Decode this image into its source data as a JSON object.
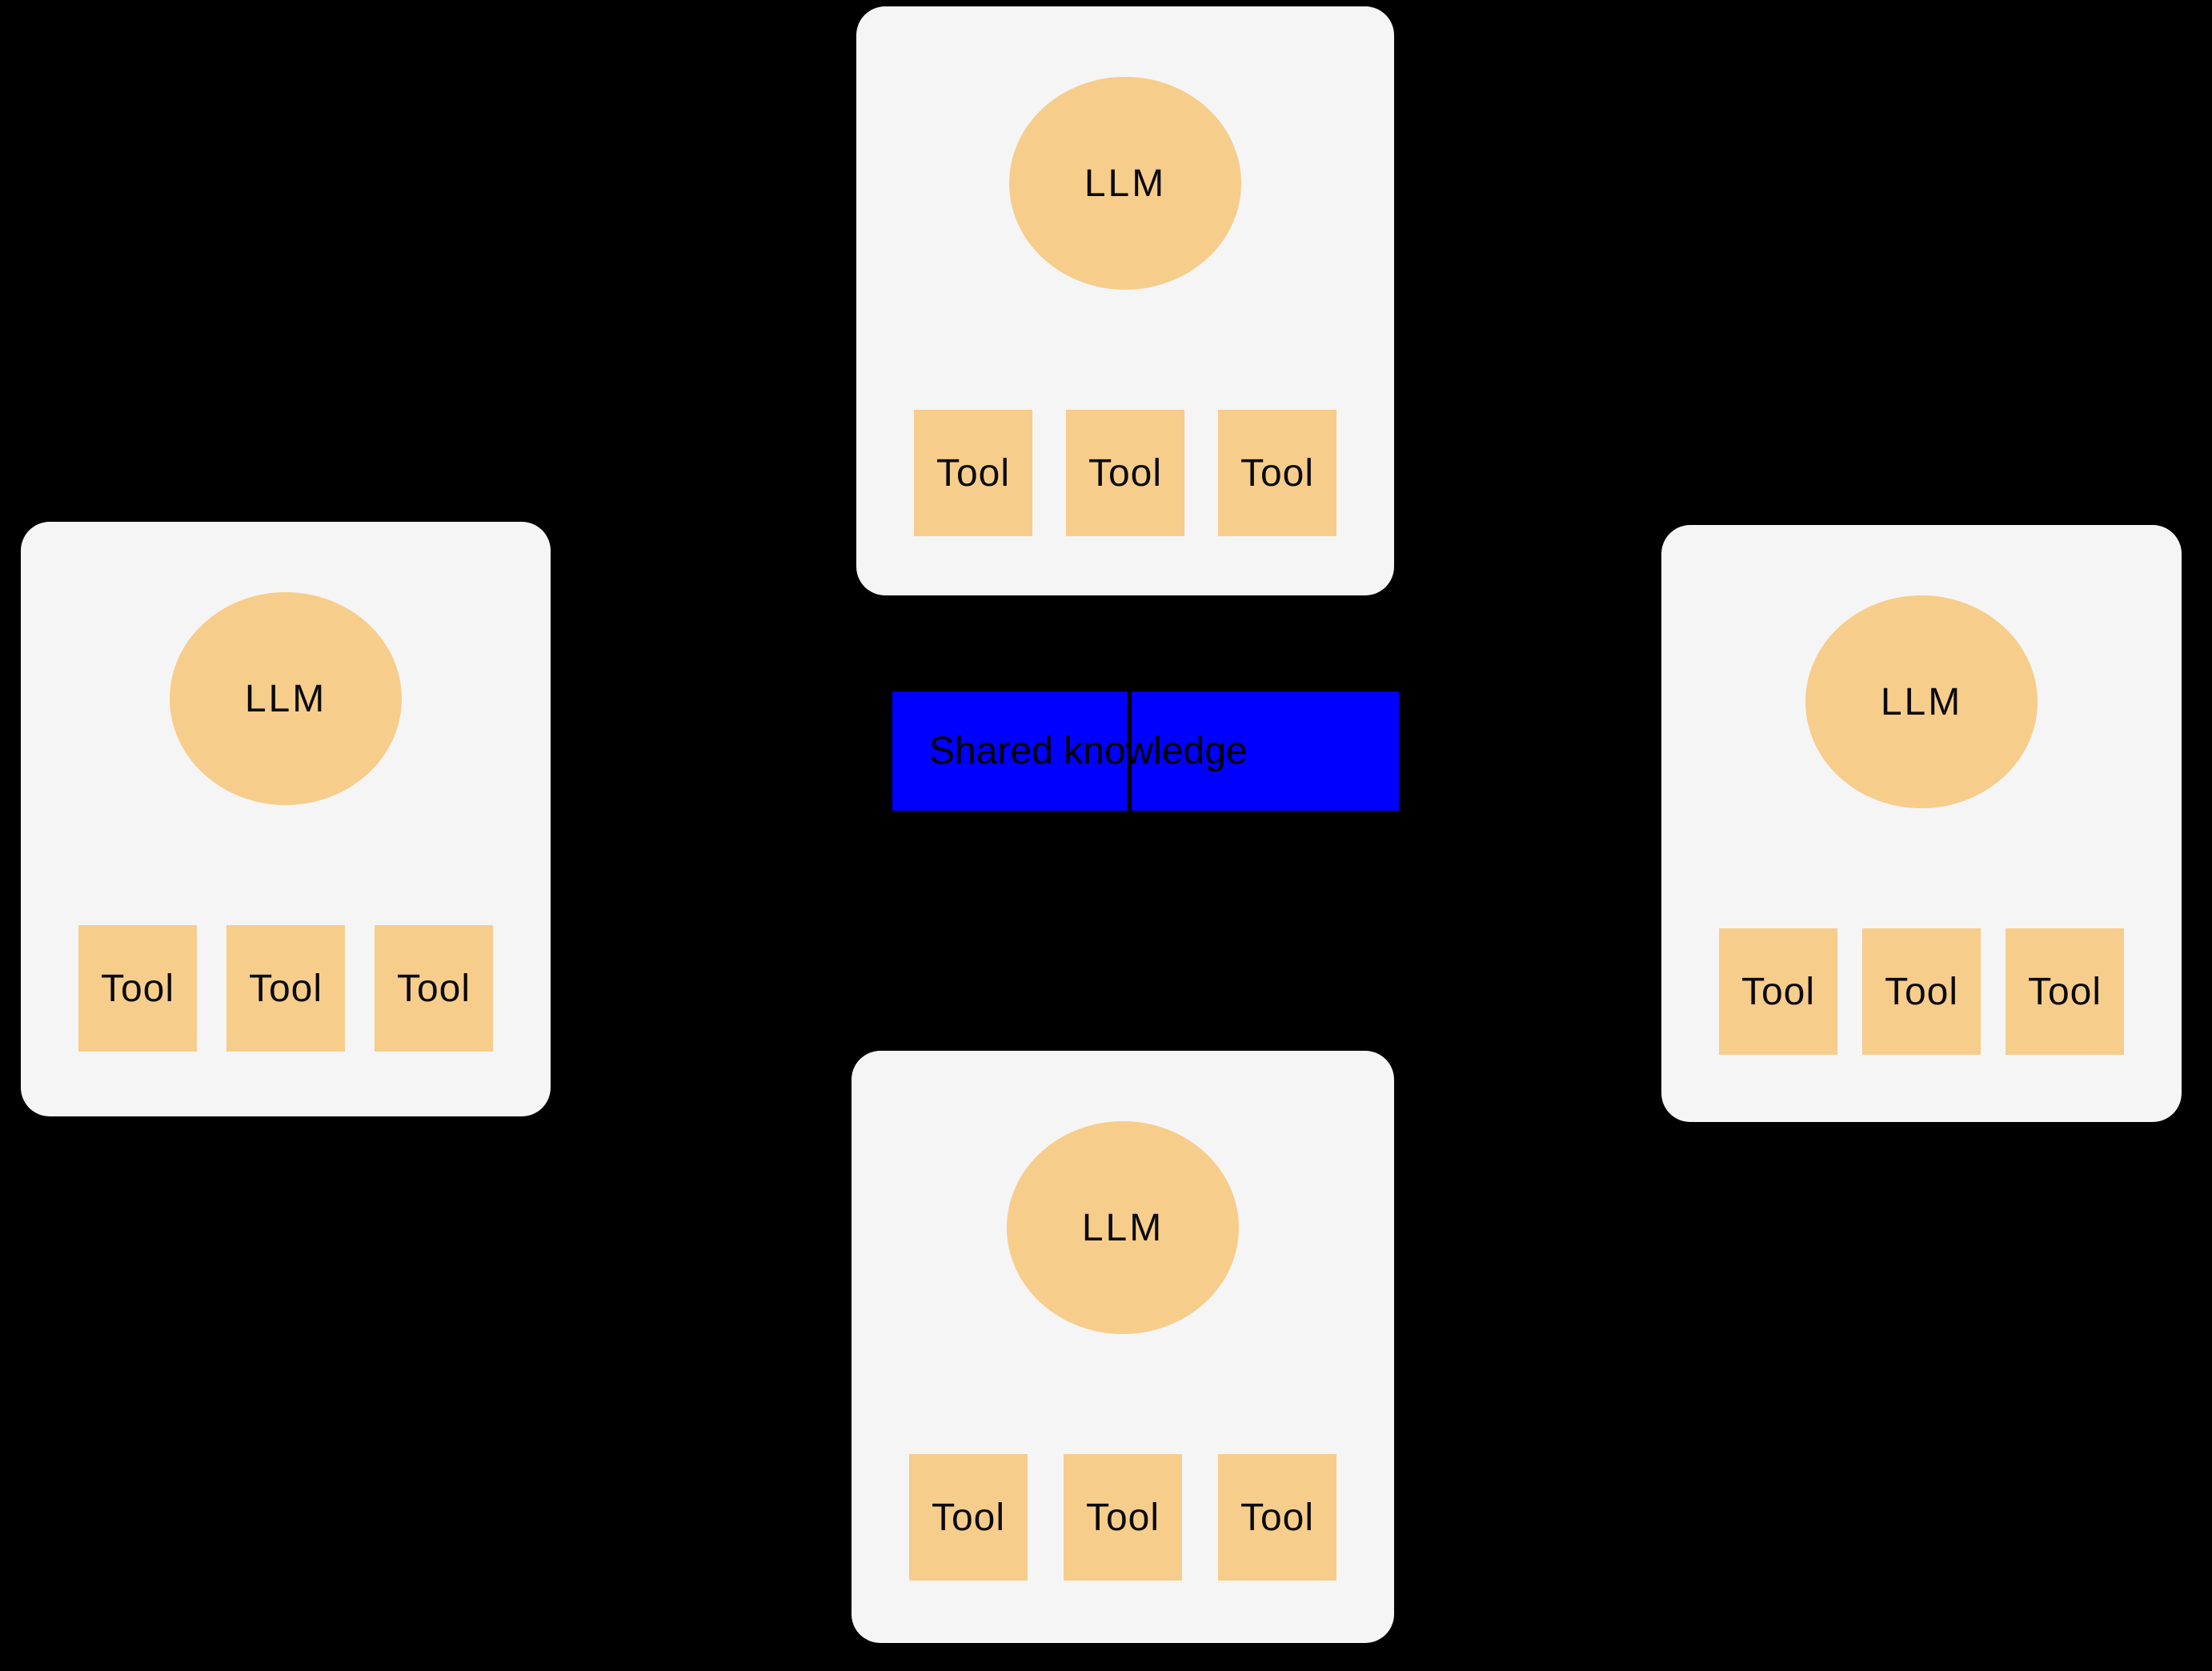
{
  "shared": {
    "label": "Shared knowledge"
  },
  "agents": [
    {
      "id": "top",
      "llm_label": "LLM",
      "tools": [
        "Tool",
        "Tool",
        "Tool"
      ]
    },
    {
      "id": "left",
      "llm_label": "LLM",
      "tools": [
        "Tool",
        "Tool",
        "Tool"
      ]
    },
    {
      "id": "right",
      "llm_label": "LLM",
      "tools": [
        "Tool",
        "Tool",
        "Tool"
      ]
    },
    {
      "id": "bottom",
      "llm_label": "LLM",
      "tools": [
        "Tool",
        "Tool",
        "Tool"
      ]
    }
  ],
  "colors": {
    "background": "#000000",
    "card_bg": "#F5F5F5",
    "node_fill": "#F7CD8C",
    "shared_fill": "#0000FF",
    "text": "#0A0A0A",
    "connector": "#000000"
  }
}
